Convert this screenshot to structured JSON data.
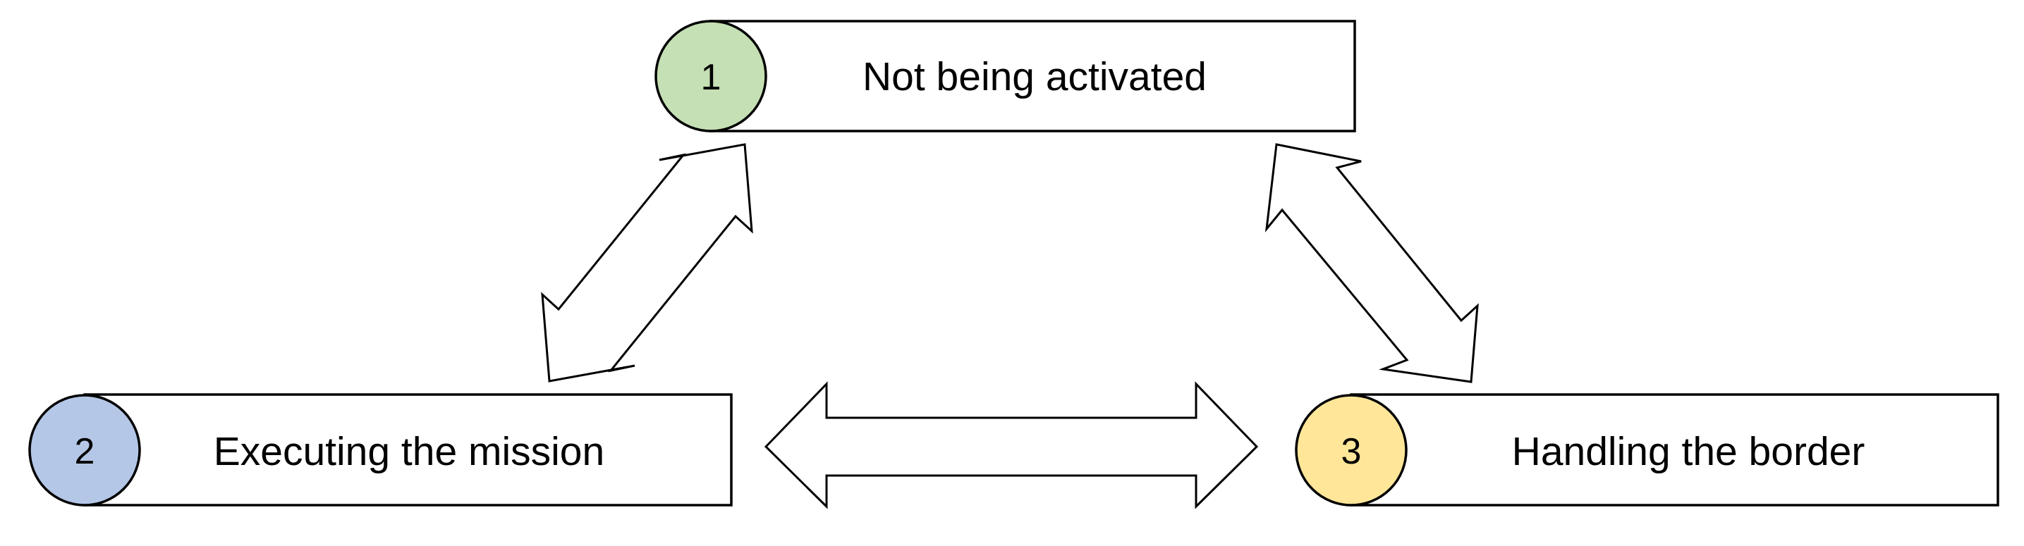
{
  "states": [
    {
      "number": "1",
      "label": "Not being activated",
      "color": "#c5e0b4"
    },
    {
      "number": "2",
      "label": "Executing the mission",
      "color": "#b4c7e7"
    },
    {
      "number": "3",
      "label": "Handling the border",
      "color": "#ffe699"
    }
  ],
  "transitions": [
    {
      "from": "1",
      "to": "2",
      "bidirectional": true
    },
    {
      "from": "1",
      "to": "3",
      "bidirectional": true
    },
    {
      "from": "2",
      "to": "3",
      "bidirectional": true
    }
  ]
}
